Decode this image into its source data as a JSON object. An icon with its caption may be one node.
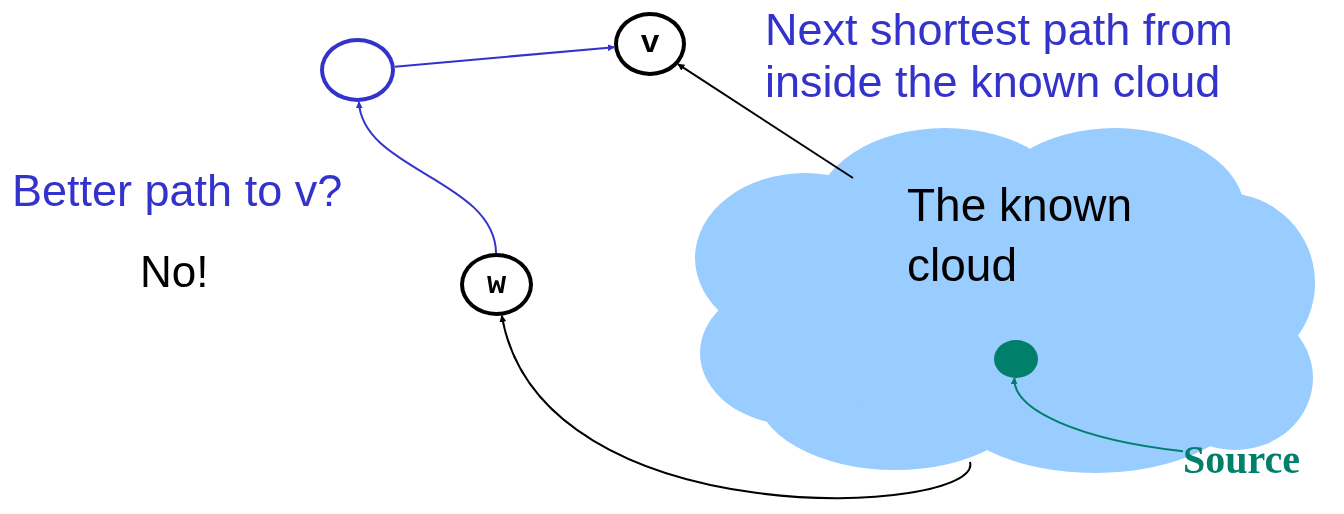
{
  "diagram": {
    "nodes": [
      {
        "text": [],
        "shape": "circle"
      },
      {
        "text": [
          "v"
        ]
      },
      {
        "text": [
          "w"
        ]
      },
      {
        "text": [
          "The known cloud"
        ]
      },
      {
        "text": [],
        "shape": "circle",
        "in": 3
      },
      {
        "text": [
          "Source"
        ]
      }
    ],
    "edges": [
      {
        "from": 0,
        "to": 1,
        "arrow": "to",
        "color": "#3333cc"
      },
      {
        "from": 2,
        "to": 0,
        "arrow": "to",
        "color": "#3333cc"
      },
      {
        "from": 3,
        "to": 1,
        "arrow": "to",
        "color": "#000000"
      },
      {
        "from": 3,
        "to": 2,
        "arrow": "to",
        "color": "#000000"
      },
      {
        "from": 5,
        "to": 4,
        "arrow": "to",
        "color": "#00806a"
      }
    ],
    "labels": [
      "Next shortest path from inside the known cloud",
      "Better path to v?",
      "No!"
    ]
  }
}
